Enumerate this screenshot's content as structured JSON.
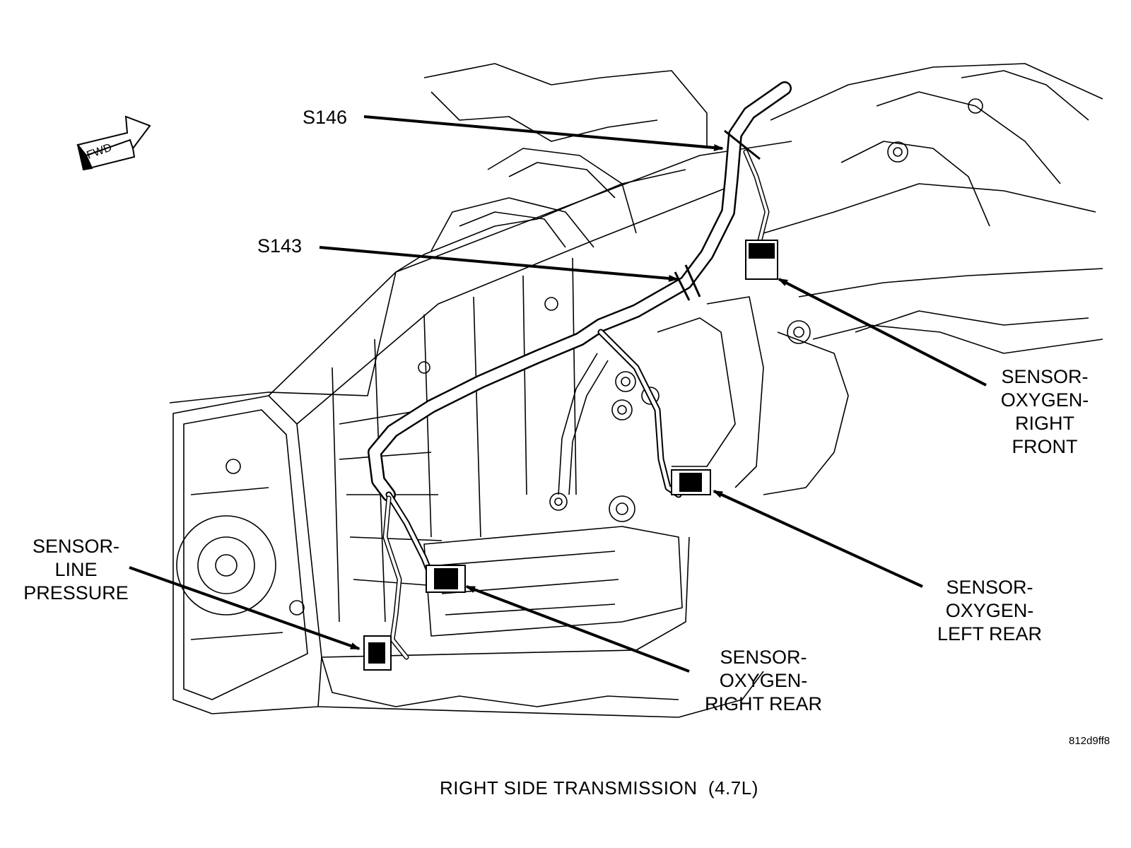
{
  "figure": {
    "caption": "RIGHT SIDE TRANSMISSION  (4.7L)",
    "reference_code": "812d9ff8",
    "direction_marker": "FWD"
  },
  "callouts": {
    "s146": "S146",
    "s143": "S143",
    "o2_right_front": [
      "SENSOR-",
      "OXYGEN-",
      "RIGHT",
      "FRONT"
    ],
    "o2_left_rear": [
      "SENSOR-",
      "OXYGEN-",
      "LEFT REAR"
    ],
    "o2_right_rear": [
      "SENSOR-",
      "OXYGEN-",
      "RIGHT REAR"
    ],
    "line_pressure": [
      "SENSOR-",
      "LINE",
      "PRESSURE"
    ]
  },
  "colors": {
    "ink": "#000000",
    "paper": "#ffffff"
  },
  "icons": [
    "fwd-arrow-icon",
    "splice-mark-icon",
    "connector-icon"
  ]
}
